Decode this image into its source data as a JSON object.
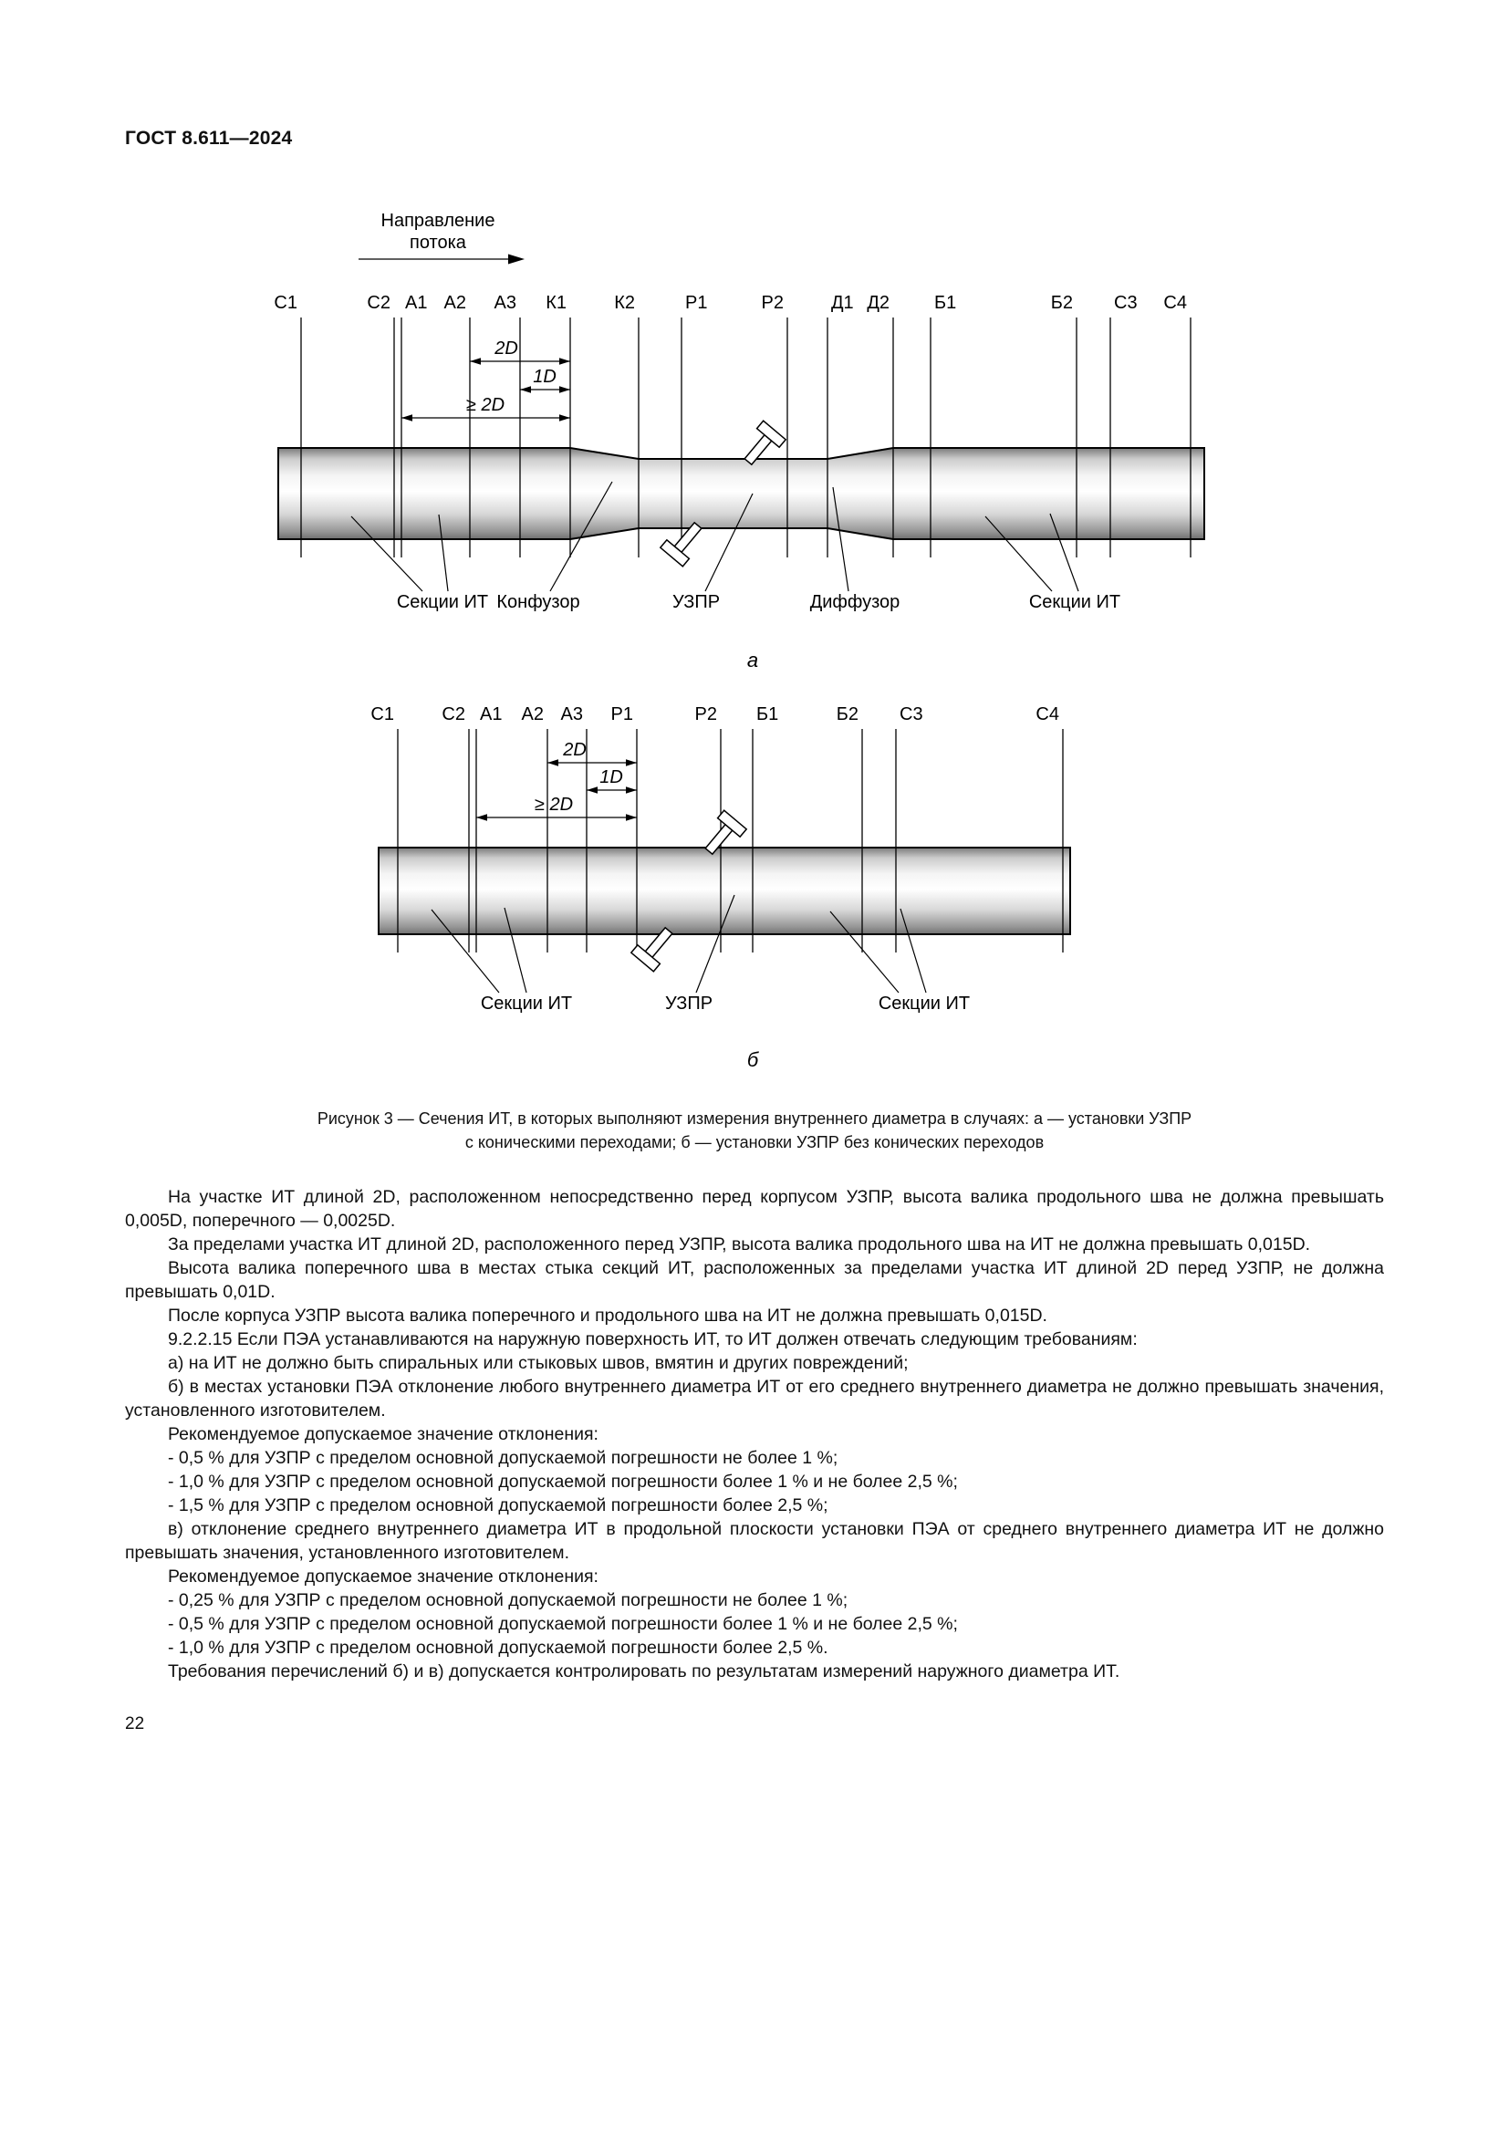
{
  "page": {
    "header": "ГОСТ 8.611—2024",
    "number": "22"
  },
  "figure_a": {
    "flow_line1": "Направление",
    "flow_line2": "потока",
    "sections": [
      "С1",
      "С2",
      "А1",
      "А2",
      "А3",
      "К1",
      "К2",
      "Р1",
      "Р2",
      "Д1",
      "Д2",
      "Б1",
      "Б2",
      "С3",
      "С4"
    ],
    "dims": {
      "d2": "2D",
      "d1": "1D",
      "ge2": "≥ 2D"
    },
    "callouts": {
      "sections_left": "Секции ИТ",
      "confusor": "Конфузор",
      "uzpr": "УЗПР",
      "diffusor": "Диффузор",
      "sections_right": "Секции ИТ"
    },
    "sublabel": "а"
  },
  "figure_b": {
    "sections": [
      "С1",
      "С2",
      "А1",
      "А2",
      "А3",
      "Р1",
      "Р2",
      "Б1",
      "Б2",
      "С3",
      "С4"
    ],
    "dims": {
      "d2": "2D",
      "d1": "1D",
      "ge2": "≥ 2D"
    },
    "callouts": {
      "sections_left": "Секции ИТ",
      "uzpr": "УЗПР",
      "sections_right": "Секции ИТ"
    },
    "sublabel": "б"
  },
  "caption": {
    "line1": "Рисунок 3 — Сечения ИТ, в которых выполняют измерения внутреннего диаметра в случаях: а — установки УЗПР",
    "line2": "с коническими переходами; б — установки УЗПР без конических переходов"
  },
  "content": {
    "paragraphs": [
      "На участке ИТ длиной 2D, расположенном непосредственно перед корпусом УЗПР, высота валика продольного шва не должна превышать 0,005D, поперечного — 0,0025D.",
      "За пределами участка ИТ длиной 2D, расположенного перед УЗПР, высота валика продольного шва на ИТ не должна превышать 0,015D.",
      "Высота валика поперечного шва в местах стыка секций ИТ, расположенных за пределами участка ИТ длиной 2D перед УЗПР, не должна превышать 0,01D.",
      "После корпуса УЗПР высота валика поперечного и продольного шва на ИТ не должна превышать 0,015D.",
      "9.2.2.15 Если ПЭА устанавливаются на наружную поверхность ИТ, то ИТ должен отвечать следующим требованиям:",
      "а) на ИТ не должно быть спиральных или стыковых швов, вмятин и других повреждений;",
      "б) в местах установки ПЭА отклонение любого внутреннего диаметра ИТ от его среднего внутреннего диаметра не должно превышать значения, установленного изготовителем.",
      "Рекомендуемое допускаемое значение отклонения:",
      "- 0,5 % для УЗПР с пределом основной допускаемой погрешности не более 1 %;",
      "- 1,0 % для УЗПР с пределом основной допускаемой погрешности более 1 % и не более 2,5 %;",
      "- 1,5 % для УЗПР с пределом основной допускаемой погрешности более 2,5 %;",
      "в) отклонение среднего внутреннего диаметра ИТ в продольной плоскости установки ПЭА от среднего внутреннего диаметра ИТ не должно превышать значения, установленного изготовителем.",
      "Рекомендуемое допускаемое значение отклонения:",
      "- 0,25 % для УЗПР с пределом основной допускаемой погрешности не более 1 %;",
      "- 0,5 % для УЗПР с пределом основной допускаемой погрешности более 1 % и не более 2,5 %;",
      "- 1,0 % для УЗПР с пределом основной допускаемой погрешности более 2,5 %.",
      "Требования перечислений б) и в) допускается контролировать по результатам измерений наружного диаметра ИТ."
    ]
  }
}
